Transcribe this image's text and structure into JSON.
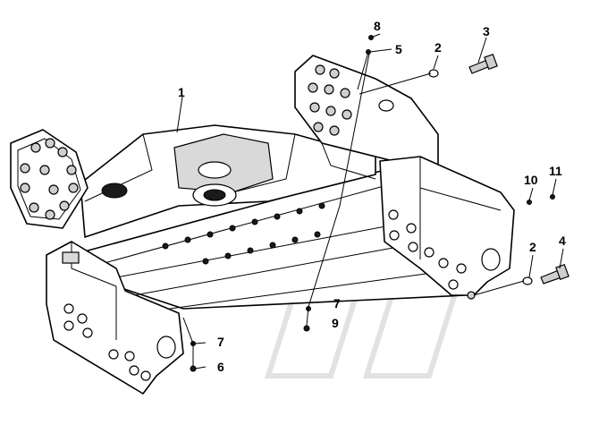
{
  "callouts": [
    {
      "id": "c1",
      "text": "1"
    },
    {
      "id": "c2a",
      "text": "2"
    },
    {
      "id": "c3",
      "text": "3"
    },
    {
      "id": "c5",
      "text": "5"
    },
    {
      "id": "c8",
      "text": "8"
    },
    {
      "id": "c10",
      "text": "10"
    },
    {
      "id": "c11",
      "text": "11"
    },
    {
      "id": "c2b",
      "text": "2"
    },
    {
      "id": "c4",
      "text": "4"
    },
    {
      "id": "c7a",
      "text": "7"
    },
    {
      "id": "c9",
      "text": "9"
    },
    {
      "id": "c7b",
      "text": "7"
    },
    {
      "id": "c6",
      "text": "6"
    }
  ]
}
